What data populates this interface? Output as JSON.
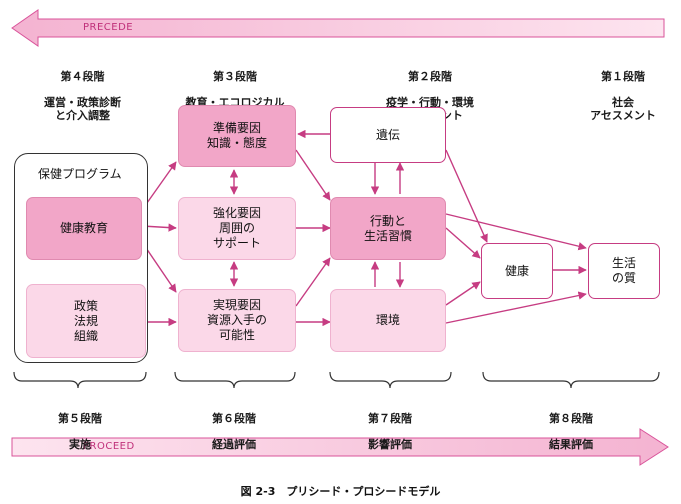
{
  "top_arrow": {
    "label": "PRECEDE"
  },
  "bottom_arrow": {
    "label": "PROCEED"
  },
  "top_stages": [
    {
      "title": "第４段階",
      "sub": "運営・政策診断\nと介入調整"
    },
    {
      "title": "第３段階",
      "sub": "教育・エコロジカル\nアセスメント"
    },
    {
      "title": "第２段階",
      "sub": "疫学・行動・環境\nアセスメント"
    },
    {
      "title": "第１段階",
      "sub": "社会\nアセスメント"
    }
  ],
  "bottom_stages": [
    {
      "title": "第５段階",
      "sub": "実施"
    },
    {
      "title": "第６段階",
      "sub": "経過評価"
    },
    {
      "title": "第７段階",
      "sub": "影響評価"
    },
    {
      "title": "第８段階",
      "sub": "結果評価"
    }
  ],
  "group": {
    "title": "保健プログラム"
  },
  "boxes": {
    "health_education": "健康教育",
    "policy": "政策\n法規\n組織",
    "predisposing": "準備要因\n知識・態度",
    "reinforcing": "強化要因\n周囲の\nサポート",
    "enabling": "実現要因\n資源入手の\n可能性",
    "genetics": "遺伝",
    "behavior": "行動と\n生活習慣",
    "environment": "環境",
    "health": "健康",
    "quality_of_life": "生活\nの質"
  },
  "caption": "図 2-3　プリシード・プロシードモデル",
  "colors": {
    "accent": "#c63c82",
    "arrow_fill": "#f7c3dc",
    "box_dark": "#f2a6c8",
    "box_light": "#fbd8e8"
  }
}
